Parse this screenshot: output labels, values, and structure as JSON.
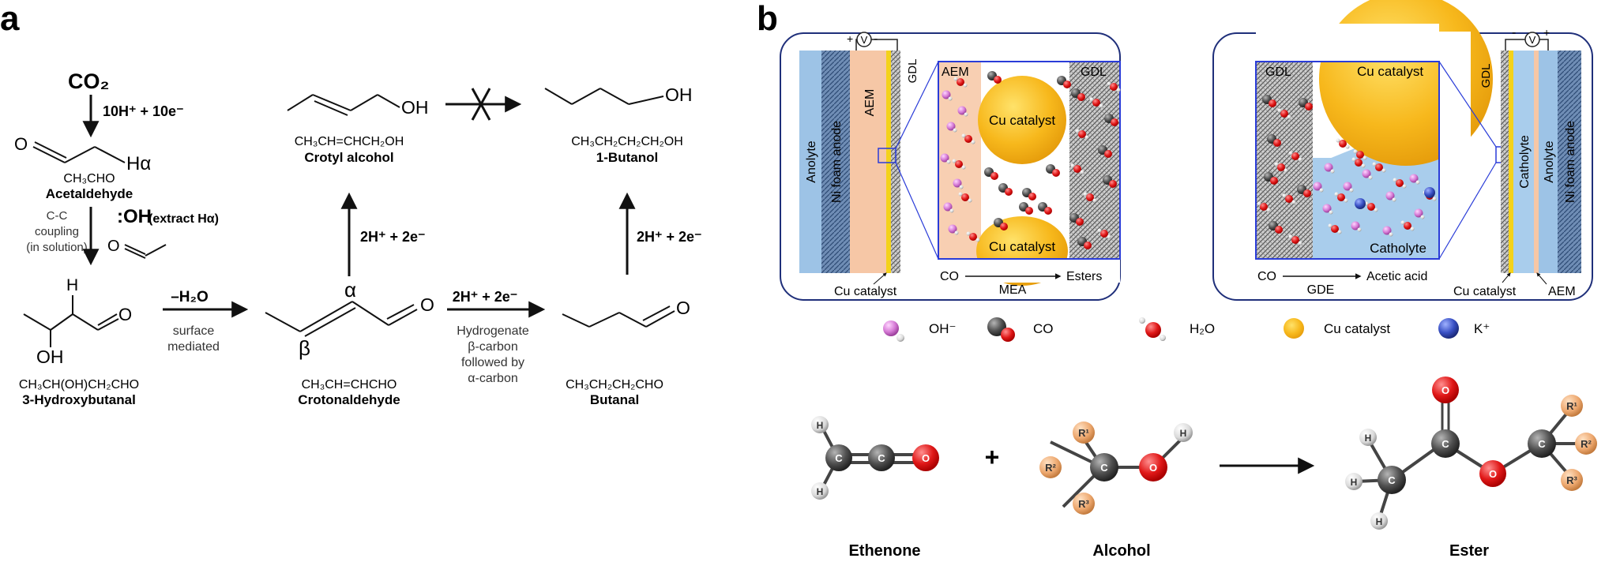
{
  "panel_a": {
    "label": "a",
    "co2": "CO₂",
    "step1": "10H⁺ + 10e⁻",
    "acetaldehyde_formula": "CH₃CHO",
    "acetaldehyde_name": "Acetaldehyde",
    "h_alpha": "Hα",
    "cc_coupling_1": "C-C",
    "cc_coupling_2": "coupling",
    "cc_coupling_3": "(in solution)",
    "oh_extract": ":OH",
    "extract_label": "(extract Hα)",
    "h_label": "H",
    "oh_label": "OH",
    "hydroxybutanal_formula": "CH₃CH(OH)CH₂CHO",
    "hydroxybutanal_name": "3-Hydroxybutanal",
    "minus_h2o": "–H₂O",
    "surface_1": "surface",
    "surface_2": "mediated",
    "alpha": "α",
    "beta": "β",
    "o_label": "O",
    "crotonaldehyde_formula": "CH₃CH=CHCHO",
    "crotonaldehyde_name": "Crotonaldehyde",
    "h2_arrow": "2H⁺ + 2e⁻",
    "hydrog_1": "Hydrogenate",
    "hydrog_2": "β-carbon",
    "hydrog_3": "followed by",
    "hydrog_4": "α-carbon",
    "butanal_formula": "CH₃CH₂CH₂CHO",
    "butanal_name": "Butanal",
    "up_arrow_1": "2H⁺ + 2e⁻",
    "up_arrow_2": "2H⁺ + 2e⁻",
    "crotyl_formula": "CH₃CH=CHCH₂OH",
    "crotyl_name": "Crotyl alcohol",
    "butanol_formula": "CH₃CH₂CH₂CH₂OH",
    "butanol_name": "1-Butanol"
  },
  "panel_b": {
    "label": "b",
    "mea": {
      "voltage_plus": "+",
      "voltage_v": "V",
      "voltage_minus": "-",
      "anolyte": "Anolyte",
      "ni_foam": "Ni foam anode",
      "aem": "AEM",
      "gdl": "GDL",
      "cu_catalyst_below": "Cu catalyst",
      "zoom_aem": "AEM",
      "zoom_gdl": "GDL",
      "zoom_cu_top": "Cu catalyst",
      "zoom_cu_bottom": "Cu catalyst",
      "flow_from": "CO",
      "flow_mid": "MEA",
      "flow_to": "Esters"
    },
    "gde": {
      "voltage_minus": "-",
      "voltage_v": "V",
      "voltage_plus": "+",
      "gdl": "GDL",
      "catholyte": "Catholyte",
      "anolyte": "Anolyte",
      "ni_foam": "Ni foam anode",
      "zoom_gdl": "GDL",
      "zoom_cu": "Cu catalyst",
      "zoom_catholyte": "Catholyte",
      "flow_from": "CO",
      "flow_mid": "GDE",
      "flow_to": "Acetic acid",
      "cu_catalyst_below": "Cu catalyst",
      "aem_below": "AEM"
    },
    "legend": [
      {
        "label": "OH⁻",
        "icon": "hydroxide-icon"
      },
      {
        "label": "CO",
        "icon": "co-molecule-icon"
      },
      {
        "label": "H₂O",
        "icon": "water-molecule-icon"
      },
      {
        "label": "Cu catalyst",
        "icon": "cu-catalyst-icon"
      },
      {
        "label": "K⁺",
        "icon": "potassium-ion-icon"
      }
    ],
    "reaction": {
      "ethenone": "Ethenone",
      "alcohol": "Alcohol",
      "ester": "Ester",
      "plus": "+",
      "atom_c": "C",
      "atom_o": "O",
      "atom_h": "H",
      "r1": "R¹",
      "r2": "R²",
      "r3": "R³"
    },
    "colors": {
      "anolyte": "#9dc3e6",
      "ni_foam": "#5f7fa8",
      "aem": "#f6c7a6",
      "cu_catalyst": "#f5b21b",
      "frame": "#1f2f7a",
      "zoom_box": "#2a3cd8",
      "catholyte": "#a9cdec",
      "oxygen": "#e02020",
      "carbon": "#4a4a4a",
      "hydroxide": "#d98ad8",
      "potassium": "#3b56c4",
      "r_group": "#efb27e"
    }
  }
}
